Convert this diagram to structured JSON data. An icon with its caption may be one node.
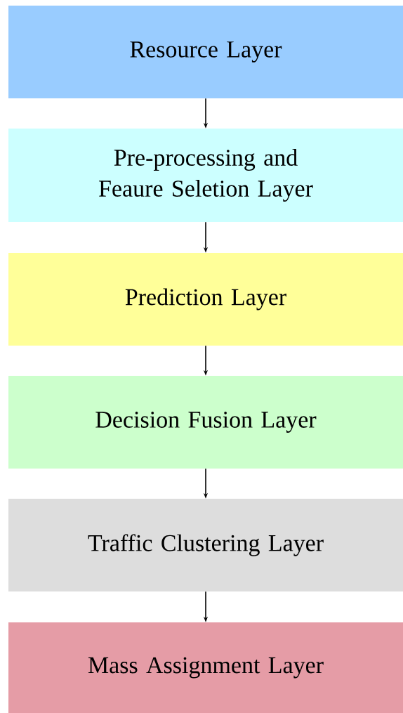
{
  "diagram": {
    "nodes": [
      {
        "text": [
          "Resource Layer"
        ]
      },
      {
        "text": [
          "Pre-processing and Feaure Seletion Layer"
        ]
      },
      {
        "text": [
          "Prediction Layer"
        ]
      },
      {
        "text": [
          "Decision Fusion Layer"
        ]
      },
      {
        "text": [
          "Traffic Clustering Layer"
        ]
      },
      {
        "text": [
          "Mass Assignment Layer"
        ]
      }
    ],
    "edges": [
      {
        "from": 0,
        "to": 1,
        "arrow": "to"
      },
      {
        "from": 1,
        "to": 2,
        "arrow": "to"
      },
      {
        "from": 2,
        "to": 3,
        "arrow": "to"
      },
      {
        "from": 3,
        "to": 4,
        "arrow": "to"
      },
      {
        "from": 4,
        "to": 5,
        "arrow": "to"
      }
    ]
  }
}
